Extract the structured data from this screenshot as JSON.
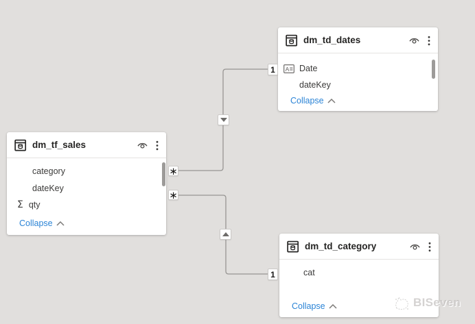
{
  "app": "Power BI model view",
  "colors": {
    "canvas_background": "#e1dfdd",
    "card_background": "#ffffff",
    "accent_blue": "#2b84d6",
    "relationship_line": "#979593",
    "title_text": "#252423",
    "field_text": "#3b3a39"
  },
  "tables": [
    {
      "title": "dm_tf_sales",
      "fields": [
        {
          "name": "category",
          "icon": "none"
        },
        {
          "name": "dateKey",
          "icon": "none"
        },
        {
          "name": "qty",
          "icon": "sigma"
        }
      ],
      "collapse_label": "Collapse",
      "has_scrollbar": true
    },
    {
      "title": "dm_td_dates",
      "fields": [
        {
          "name": "Date",
          "icon": "date-field"
        },
        {
          "name": "dateKey",
          "icon": "none"
        }
      ],
      "collapse_label": "Collapse",
      "has_scrollbar": true
    },
    {
      "title": "dm_td_category",
      "fields": [
        {
          "name": "cat",
          "icon": "none"
        }
      ],
      "collapse_label": "Collapse",
      "has_scrollbar": false
    }
  ],
  "relationships": [
    {
      "from_table": "dm_tf_sales",
      "to_table": "dm_td_dates",
      "from_cardinality": "∗",
      "to_cardinality": "1",
      "filter_arrow": "down"
    },
    {
      "from_table": "dm_tf_sales",
      "to_table": "dm_td_category",
      "from_cardinality": "∗",
      "to_cardinality": "1",
      "filter_arrow": "up"
    }
  ],
  "glyphs": {
    "sigma": "Σ"
  },
  "watermark": {
    "text": "BISeven"
  }
}
